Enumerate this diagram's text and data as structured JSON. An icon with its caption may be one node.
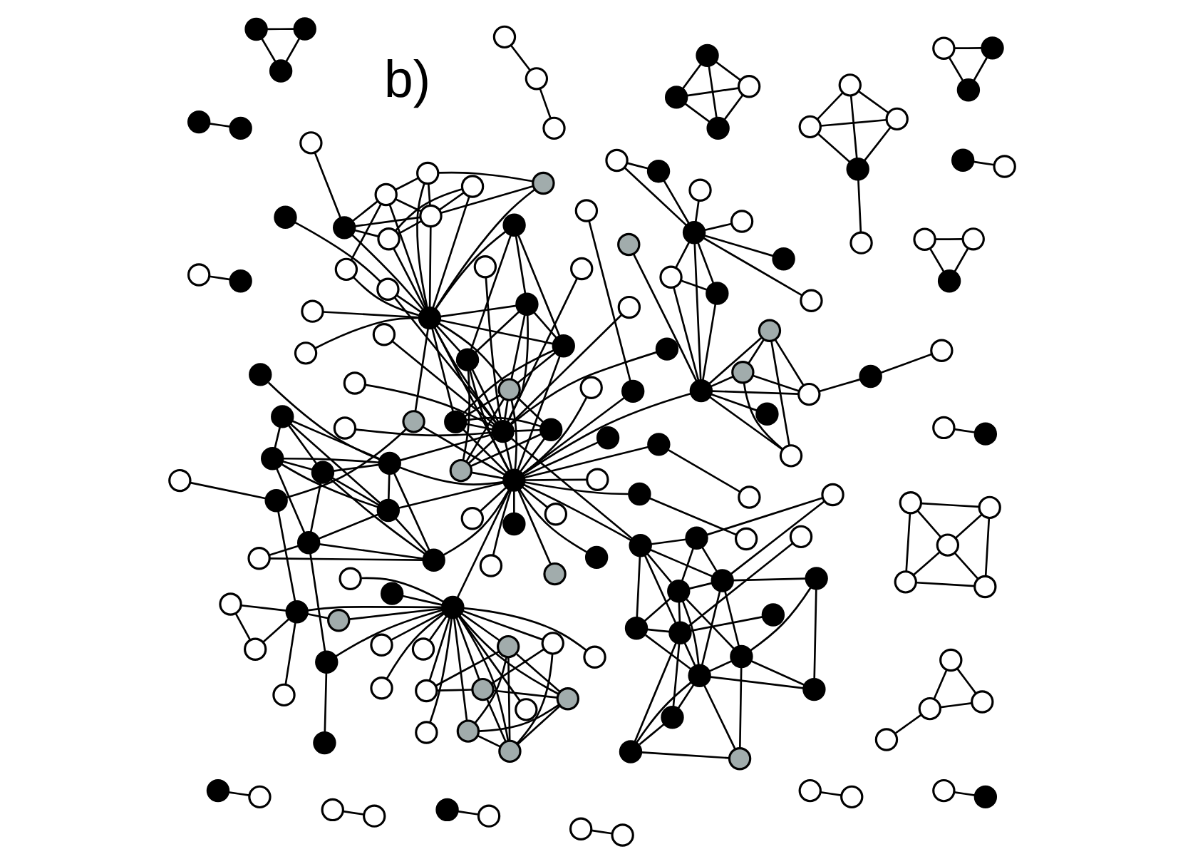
{
  "diagram": {
    "nodes": [
      {
        "text": [],
        "shape": "circle"
      },
      {
        "text": [],
        "shape": "circle"
      },
      {
        "text": [],
        "shape": "circle"
      },
      {
        "text": [],
        "shape": "circle"
      },
      {
        "text": [],
        "shape": "circle"
      },
      {
        "text": [],
        "shape": "circle"
      },
      {
        "text": [],
        "shape": "circle"
      },
      {
        "text": [],
        "shape": "circle"
      },
      {
        "text": [],
        "shape": "circle"
      },
      {
        "text": [],
        "shape": "circle"
      },
      {
        "text": [],
        "shape": "circle"
      },
      {
        "text": [],
        "shape": "circle"
      },
      {
        "text": [],
        "shape": "circle"
      },
      {
        "text": [],
        "shape": "circle"
      },
      {
        "text": [],
        "shape": "circle"
      },
      {
        "text": [],
        "shape": "circle"
      },
      {
        "text": [],
        "shape": "circle"
      },
      {
        "text": [],
        "shape": "circle"
      },
      {
        "text": [],
        "shape": "circle"
      },
      {
        "text": [],
        "shape": "circle"
      },
      {
        "text": [],
        "shape": "circle"
      },
      {
        "text": [],
        "shape": "circle"
      },
      {
        "text": [],
        "shape": "circle"
      },
      {
        "text": [],
        "shape": "circle"
      },
      {
        "text": [],
        "shape": "circle"
      },
      {
        "text": [],
        "shape": "circle"
      },
      {
        "text": [],
        "shape": "circle"
      },
      {
        "text": [],
        "shape": "circle"
      },
      {
        "text": [],
        "shape": "circle"
      },
      {
        "text": [],
        "shape": "circle"
      },
      {
        "text": [],
        "shape": "circle"
      },
      {
        "text": [],
        "shape": "circle"
      },
      {
        "text": [],
        "shape": "circle"
      },
      {
        "text": [],
        "shape": "circle"
      },
      {
        "text": [],
        "shape": "circle"
      },
      {
        "text": [],
        "shape": "circle"
      },
      {
        "text": [],
        "shape": "circle"
      },
      {
        "text": [],
        "shape": "circle"
      },
      {
        "text": [],
        "shape": "circle"
      },
      {
        "text": [],
        "shape": "circle"
      },
      {
        "text": [],
        "shape": "circle"
      },
      {
        "text": [],
        "shape": "circle"
      },
      {
        "text": [],
        "shape": "circle"
      },
      {
        "text": [],
        "shape": "circle"
      },
      {
        "text": [],
        "shape": "circle"
      },
      {
        "text": [],
        "shape": "circle"
      },
      {
        "text": [],
        "shape": "circle"
      },
      {
        "text": [],
        "shape": "circle"
      },
      {
        "text": [],
        "shape": "circle"
      },
      {
        "text": [],
        "shape": "circle"
      },
      {
        "text": [],
        "shape": "circle"
      },
      {
        "text": [],
        "shape": "circle"
      },
      {
        "text": [],
        "shape": "circle"
      },
      {
        "text": [],
        "shape": "circle"
      },
      {
        "text": [],
        "shape": "circle"
      },
      {
        "text": [],
        "shape": "circle"
      },
      {
        "text": [],
        "shape": "circle"
      },
      {
        "text": [],
        "shape": "circle"
      },
      {
        "text": [],
        "shape": "circle"
      },
      {
        "text": [],
        "shape": "circle"
      },
      {
        "text": [],
        "shape": "circle"
      },
      {
        "text": [],
        "shape": "circle"
      },
      {
        "text": [],
        "shape": "circle"
      },
      {
        "text": [],
        "shape": "circle"
      },
      {
        "text": [],
        "shape": "circle"
      },
      {
        "text": [],
        "shape": "circle"
      },
      {
        "text": [],
        "shape": "circle"
      },
      {
        "text": [],
        "shape": "circle"
      },
      {
        "text": [],
        "shape": "circle"
      },
      {
        "text": [],
        "shape": "circle"
      },
      {
        "text": [],
        "shape": "circle"
      },
      {
        "text": [],
        "shape": "circle"
      },
      {
        "text": [],
        "shape": "circle"
      },
      {
        "text": [],
        "shape": "circle"
      },
      {
        "text": [],
        "shape": "circle"
      },
      {
        "text": [],
        "shape": "circle"
      },
      {
        "text": [],
        "shape": "circle"
      },
      {
        "text": [],
        "shape": "circle"
      },
      {
        "text": [],
        "shape": "circle"
      },
      {
        "text": [],
        "shape": "circle"
      },
      {
        "text": [],
        "shape": "circle"
      },
      {
        "text": [],
        "shape": "circle"
      },
      {
        "text": [],
        "shape": "circle"
      },
      {
        "text": [],
        "shape": "circle"
      },
      {
        "text": [],
        "shape": "circle"
      },
      {
        "text": [],
        "shape": "circle"
      },
      {
        "text": [],
        "shape": "circle"
      },
      {
        "text": [],
        "shape": "circle"
      },
      {
        "text": [],
        "shape": "circle"
      },
      {
        "text": [],
        "shape": "circle"
      },
      {
        "text": [],
        "shape": "circle"
      },
      {
        "text": [],
        "shape": "circle"
      },
      {
        "text": [],
        "shape": "circle"
      },
      {
        "text": [],
        "shape": "circle"
      },
      {
        "text": [],
        "shape": "circle"
      },
      {
        "text": [],
        "shape": "circle"
      },
      {
        "text": [],
        "shape": "circle"
      },
      {
        "text": [],
        "shape": "circle"
      },
      {
        "text": [],
        "shape": "circle"
      },
      {
        "text": [],
        "shape": "circle"
      },
      {
        "text": [],
        "shape": "circle"
      },
      {
        "text": [],
        "shape": "circle"
      },
      {
        "text": [],
        "shape": "circle"
      },
      {
        "text": [],
        "shape": "circle"
      },
      {
        "text": [],
        "shape": "circle"
      },
      {
        "text": [],
        "shape": "circle"
      },
      {
        "text": [],
        "shape": "circle"
      },
      {
        "text": [],
        "shape": "circle"
      },
      {
        "text": [],
        "shape": "circle"
      },
      {
        "text": [],
        "shape": "circle"
      },
      {
        "text": [],
        "shape": "circle"
      },
      {
        "text": [],
        "shape": "circle"
      },
      {
        "text": [],
        "shape": "circle"
      },
      {
        "text": [],
        "shape": "circle"
      },
      {
        "text": [],
        "shape": "circle"
      },
      {
        "text": [],
        "shape": "circle"
      },
      {
        "text": [],
        "shape": "circle"
      },
      {
        "text": [],
        "shape": "circle"
      },
      {
        "text": [],
        "shape": "circle"
      },
      {
        "text": [],
        "shape": "circle"
      },
      {
        "text": [],
        "shape": "circle"
      },
      {
        "text": [],
        "shape": "circle"
      },
      {
        "text": [],
        "shape": "circle"
      },
      {
        "text": [],
        "shape": "circle"
      },
      {
        "text": [],
        "shape": "circle"
      },
      {
        "text": [],
        "shape": "circle"
      },
      {
        "text": [],
        "shape": "circle"
      },
      {
        "text": [],
        "shape": "circle"
      },
      {
        "text": [],
        "shape": "circle"
      },
      {
        "text": [],
        "shape": "circle"
      },
      {
        "text": [],
        "shape": "circle"
      },
      {
        "text": [],
        "shape": "circle"
      },
      {
        "text": [],
        "shape": "circle"
      },
      {
        "text": [],
        "shape": "circle"
      },
      {
        "text": [],
        "shape": "circle"
      },
      {
        "text": [],
        "shape": "circle"
      },
      {
        "text": [],
        "shape": "circle"
      },
      {
        "text": [],
        "shape": "circle"
      },
      {
        "text": [],
        "shape": "circle"
      },
      {
        "text": [],
        "shape": "circle"
      },
      {
        "text": [],
        "shape": "circle"
      },
      {
        "text": [],
        "shape": "circle"
      },
      {
        "text": [],
        "shape": "circle"
      },
      {
        "text": [],
        "shape": "circle"
      },
      {
        "text": [],
        "shape": "circle"
      },
      {
        "text": [],
        "shape": "circle"
      },
      {
        "text": [],
        "shape": "circle"
      },
      {
        "text": [],
        "shape": "circle"
      },
      {
        "text": [],
        "shape": "circle"
      },
      {
        "text": [],
        "shape": "circle"
      },
      {
        "text": [],
        "shape": "circle"
      },
      {
        "text": [],
        "shape": "circle"
      },
      {
        "text": [],
        "shape": "circle"
      },
      {
        "text": [],
        "shape": "circle"
      },
      {
        "text": [],
        "shape": "circle"
      },
      {
        "text": [],
        "shape": "circle"
      },
      {
        "text": [],
        "shape": "circle"
      },
      {
        "text": [],
        "shape": "circle"
      },
      {
        "text": [],
        "shape": "circle"
      },
      {
        "text": [],
        "shape": "circle"
      },
      {
        "text": [],
        "shape": "circle"
      },
      {
        "text": [],
        "shape": "circle"
      },
      {
        "text": [],
        "shape": "circle"
      },
      {
        "text": [],
        "shape": "circle"
      },
      {
        "text": [],
        "shape": "circle"
      }
    ],
    "edges": [
      {
        "from": 9,
        "to": 10,
        "arrow": "none"
      },
      {
        "from": 13,
        "to": 10,
        "arrow": "none"
      },
      {
        "from": 5,
        "to": 10,
        "arrow": "none"
      },
      {
        "from": 5,
        "to": 6,
        "arrow": "none"
      },
      {
        "from": 3,
        "to": 6,
        "arrow": "none"
      },
      {
        "from": 3,
        "to": 10,
        "arrow": "none"
      },
      {
        "from": 0,
        "to": 3,
        "arrow": "none"
      },
      {
        "from": 0,
        "to": 4,
        "arrow": "none"
      },
      {
        "from": 0,
        "to": 6,
        "arrow": "none"
      },
      {
        "from": 1,
        "to": 4,
        "arrow": "none"
      },
      {
        "from": 1,
        "to": 2,
        "arrow": "none"
      },
      {
        "from": 2,
        "to": 4,
        "arrow": "none"
      },
      {
        "from": 2,
        "to": 7,
        "arrow": "none"
      },
      {
        "from": 4,
        "to": 6,
        "arrow": "none"
      },
      {
        "from": 4,
        "to": 7,
        "arrow": "none"
      },
      {
        "from": 6,
        "to": 7,
        "arrow": "none"
      },
      {
        "from": 6,
        "to": 10,
        "arrow": "none"
      },
      {
        "from": 6,
        "to": 11,
        "arrow": "none"
      },
      {
        "from": 7,
        "to": 11,
        "arrow": "none"
      },
      {
        "from": 7,
        "to": 12,
        "arrow": "none"
      },
      {
        "from": 8,
        "to": 7,
        "arrow": "none"
      },
      {
        "from": 8,
        "to": 12,
        "arrow": "none"
      },
      {
        "from": 10,
        "to": 11,
        "arrow": "none"
      },
      {
        "from": 10,
        "to": 14,
        "arrow": "none"
      },
      {
        "from": 11,
        "to": 14,
        "arrow": "none"
      },
      {
        "from": 11,
        "to": 12,
        "arrow": "none"
      },
      {
        "from": 11,
        "to": 15,
        "arrow": "none"
      },
      {
        "from": 12,
        "to": 15,
        "arrow": "none"
      },
      {
        "from": 14,
        "to": 15,
        "arrow": "none"
      },
      {
        "from": 6,
        "to": 14,
        "arrow": "none"
      },
      {
        "from": 4,
        "to": 11,
        "arrow": "none"
      },
      {
        "from": 10,
        "to": 15,
        "arrow": "none"
      },
      {
        "from": 3,
        "to": 5,
        "arrow": "none"
      },
      {
        "from": 1,
        "to": 6,
        "arrow": "none"
      },
      {
        "from": 7,
        "to": 15,
        "arrow": "none"
      },
      {
        "from": 16,
        "to": 18,
        "arrow": "none"
      },
      {
        "from": 17,
        "to": 18,
        "arrow": "none"
      },
      {
        "from": 16,
        "to": 17,
        "arrow": "none"
      },
      {
        "from": 16,
        "to": 19,
        "arrow": "none"
      },
      {
        "from": 18,
        "to": 19,
        "arrow": "none"
      },
      {
        "from": 18,
        "to": 20,
        "arrow": "none"
      },
      {
        "from": 19,
        "to": 20,
        "arrow": "none"
      },
      {
        "from": 17,
        "to": 20,
        "arrow": "none"
      },
      {
        "from": 21,
        "to": 22,
        "arrow": "none"
      },
      {
        "from": 23,
        "to": 24,
        "arrow": "none"
      },
      {
        "from": 25,
        "to": 26,
        "arrow": "none"
      },
      {
        "from": 25,
        "to": 27,
        "arrow": "none"
      },
      {
        "from": 26,
        "to": 27,
        "arrow": "none"
      },
      {
        "from": 28,
        "to": 35,
        "arrow": "none"
      },
      {
        "from": 29,
        "to": 35,
        "arrow": "none"
      },
      {
        "from": 30,
        "to": 35,
        "arrow": "none"
      },
      {
        "from": 31,
        "to": 35,
        "arrow": "none"
      },
      {
        "from": 32,
        "to": 35,
        "arrow": "none"
      },
      {
        "from": 33,
        "to": 35,
        "arrow": "none"
      },
      {
        "from": 34,
        "to": 35,
        "arrow": "none"
      },
      {
        "from": 35,
        "to": 37,
        "arrow": "none"
      },
      {
        "from": 36,
        "to": 37,
        "arrow": "none"
      },
      {
        "from": 15,
        "to": 35,
        "arrow": "none"
      },
      {
        "from": 15,
        "to": 79,
        "arrow": "none"
      },
      {
        "from": 35,
        "to": 79,
        "arrow": "none"
      },
      {
        "from": 35,
        "to": 58,
        "arrow": "none"
      },
      {
        "from": 35,
        "to": 67,
        "arrow": "none"
      },
      {
        "from": 37,
        "to": 67,
        "arrow": "none"
      },
      {
        "from": 38,
        "to": 39,
        "arrow": "none"
      },
      {
        "from": 35,
        "to": 40,
        "arrow": "none"
      },
      {
        "from": 35,
        "to": 42,
        "arrow": "none"
      },
      {
        "from": 35,
        "to": 44,
        "arrow": "none"
      },
      {
        "from": 35,
        "to": 45,
        "arrow": "none"
      },
      {
        "from": 35,
        "to": 47,
        "arrow": "none"
      },
      {
        "from": 35,
        "to": 43,
        "arrow": "none"
      },
      {
        "from": 40,
        "to": 41,
        "arrow": "none"
      },
      {
        "from": 40,
        "to": 42,
        "arrow": "none"
      },
      {
        "from": 40,
        "to": 43,
        "arrow": "none"
      },
      {
        "from": 41,
        "to": 43,
        "arrow": "none"
      },
      {
        "from": 42,
        "to": 44,
        "arrow": "none"
      },
      {
        "from": 42,
        "to": 45,
        "arrow": "none"
      },
      {
        "from": 43,
        "to": 44,
        "arrow": "none"
      },
      {
        "from": 43,
        "to": 46,
        "arrow": "none"
      },
      {
        "from": 44,
        "to": 45,
        "arrow": "none"
      },
      {
        "from": 44,
        "to": 46,
        "arrow": "none"
      },
      {
        "from": 44,
        "to": 47,
        "arrow": "none"
      },
      {
        "from": 45,
        "to": 47,
        "arrow": "none"
      },
      {
        "from": 46,
        "to": 47,
        "arrow": "none"
      },
      {
        "from": 41,
        "to": 46,
        "arrow": "none"
      },
      {
        "from": 79,
        "to": 42,
        "arrow": "none"
      },
      {
        "from": 79,
        "to": 44,
        "arrow": "none"
      },
      {
        "from": 79,
        "to": 45,
        "arrow": "none"
      },
      {
        "from": 79,
        "to": 47,
        "arrow": "none"
      },
      {
        "from": 79,
        "to": 46,
        "arrow": "none"
      },
      {
        "from": 79,
        "to": 40,
        "arrow": "none"
      },
      {
        "from": 67,
        "to": 41,
        "arrow": "none"
      },
      {
        "from": 67,
        "to": 43,
        "arrow": "none"
      },
      {
        "from": 67,
        "to": 46,
        "arrow": "none"
      },
      {
        "from": 67,
        "to": 40,
        "arrow": "none"
      },
      {
        "from": 67,
        "to": 44,
        "arrow": "none"
      },
      {
        "from": 67,
        "to": 47,
        "arrow": "none"
      },
      {
        "from": 79,
        "to": 67,
        "arrow": "none"
      },
      {
        "from": 48,
        "to": 50,
        "arrow": "none"
      },
      {
        "from": 49,
        "to": 79,
        "arrow": "none"
      },
      {
        "from": 50,
        "to": 79,
        "arrow": "none"
      },
      {
        "from": 51,
        "to": 79,
        "arrow": "none"
      },
      {
        "from": 52,
        "to": 53,
        "arrow": "none"
      },
      {
        "from": 54,
        "to": 55,
        "arrow": "none"
      },
      {
        "from": 56,
        "to": 58,
        "arrow": "none"
      },
      {
        "from": 57,
        "to": 58,
        "arrow": "none"
      },
      {
        "from": 57,
        "to": 59,
        "arrow": "none"
      },
      {
        "from": 57,
        "to": 61,
        "arrow": "none"
      },
      {
        "from": 58,
        "to": 59,
        "arrow": "none"
      },
      {
        "from": 58,
        "to": 61,
        "arrow": "none"
      },
      {
        "from": 58,
        "to": 62,
        "arrow": "none"
      },
      {
        "from": 59,
        "to": 60,
        "arrow": "none"
      },
      {
        "from": 59,
        "to": 61,
        "arrow": "none"
      },
      {
        "from": 59,
        "to": 63,
        "arrow": "none"
      },
      {
        "from": 60,
        "to": 61,
        "arrow": "none"
      },
      {
        "from": 60,
        "to": 63,
        "arrow": "none"
      },
      {
        "from": 60,
        "to": 62,
        "arrow": "none"
      },
      {
        "from": 61,
        "to": 62,
        "arrow": "none"
      },
      {
        "from": 61,
        "to": 63,
        "arrow": "none"
      },
      {
        "from": 62,
        "to": 63,
        "arrow": "none"
      },
      {
        "from": 62,
        "to": 65,
        "arrow": "none"
      },
      {
        "from": 63,
        "to": 65,
        "arrow": "none"
      },
      {
        "from": 63,
        "to": 66,
        "arrow": "none"
      },
      {
        "from": 64,
        "to": 66,
        "arrow": "none"
      },
      {
        "from": 57,
        "to": 60,
        "arrow": "none"
      },
      {
        "from": 58,
        "to": 60,
        "arrow": "none"
      },
      {
        "from": 79,
        "to": 58,
        "arrow": "none"
      },
      {
        "from": 79,
        "to": 61,
        "arrow": "none"
      },
      {
        "from": 79,
        "to": 62,
        "arrow": "none"
      },
      {
        "from": 66,
        "to": 112,
        "arrow": "none"
      },
      {
        "from": 67,
        "to": 68,
        "arrow": "none"
      },
      {
        "from": 67,
        "to": 69,
        "arrow": "none"
      },
      {
        "from": 67,
        "to": 70,
        "arrow": "none"
      },
      {
        "from": 67,
        "to": 71,
        "arrow": "none"
      },
      {
        "from": 67,
        "to": 72,
        "arrow": "none"
      },
      {
        "from": 67,
        "to": 73,
        "arrow": "none"
      },
      {
        "from": 67,
        "to": 75,
        "arrow": "none"
      },
      {
        "from": 67,
        "to": 76,
        "arrow": "none"
      },
      {
        "from": 67,
        "to": 77,
        "arrow": "none"
      },
      {
        "from": 67,
        "to": 78,
        "arrow": "none"
      },
      {
        "from": 69,
        "to": 72,
        "arrow": "none"
      },
      {
        "from": 70,
        "to": 72,
        "arrow": "none"
      },
      {
        "from": 71,
        "to": 72,
        "arrow": "none"
      },
      {
        "from": 71,
        "to": 73,
        "arrow": "none"
      },
      {
        "from": 72,
        "to": 73,
        "arrow": "none"
      },
      {
        "from": 72,
        "to": 75,
        "arrow": "none"
      },
      {
        "from": 72,
        "to": 76,
        "arrow": "none"
      },
      {
        "from": 73,
        "to": 76,
        "arrow": "none"
      },
      {
        "from": 73,
        "to": 74,
        "arrow": "none"
      },
      {
        "from": 75,
        "to": 76,
        "arrow": "none"
      },
      {
        "from": 76,
        "to": 77,
        "arrow": "none"
      },
      {
        "from": 70,
        "to": 71,
        "arrow": "none"
      },
      {
        "from": 69,
        "to": 75,
        "arrow": "none"
      },
      {
        "from": 80,
        "to": 81,
        "arrow": "none"
      },
      {
        "from": 82,
        "to": 83,
        "arrow": "none"
      },
      {
        "from": 82,
        "to": 84,
        "arrow": "none"
      },
      {
        "from": 83,
        "to": 84,
        "arrow": "none"
      },
      {
        "from": 79,
        "to": 85,
        "arrow": "none"
      },
      {
        "from": 79,
        "to": 86,
        "arrow": "none"
      },
      {
        "from": 86,
        "to": 87,
        "arrow": "none"
      },
      {
        "from": 79,
        "to": 88,
        "arrow": "none"
      },
      {
        "from": 79,
        "to": 89,
        "arrow": "none"
      },
      {
        "from": 79,
        "to": 90,
        "arrow": "none"
      },
      {
        "from": 79,
        "to": 91,
        "arrow": "none"
      },
      {
        "from": 79,
        "to": 92,
        "arrow": "none"
      },
      {
        "from": 79,
        "to": 93,
        "arrow": "none"
      },
      {
        "from": 79,
        "to": 94,
        "arrow": "none"
      },
      {
        "from": 94,
        "to": 95,
        "arrow": "none"
      },
      {
        "from": 79,
        "to": 96,
        "arrow": "none"
      },
      {
        "from": 96,
        "to": 67,
        "arrow": "none"
      },
      {
        "from": 96,
        "to": 121,
        "arrow": "none"
      },
      {
        "from": 79,
        "to": 132,
        "arrow": "none"
      },
      {
        "from": 79,
        "to": 112,
        "arrow": "none"
      },
      {
        "from": 97,
        "to": 98,
        "arrow": "none"
      },
      {
        "from": 97,
        "to": 99,
        "arrow": "none"
      },
      {
        "from": 97,
        "to": 100,
        "arrow": "none"
      },
      {
        "from": 98,
        "to": 100,
        "arrow": "none"
      },
      {
        "from": 99,
        "to": 101,
        "arrow": "none"
      },
      {
        "from": 97,
        "to": 101,
        "arrow": "none"
      },
      {
        "from": 98,
        "to": 102,
        "arrow": "none"
      },
      {
        "from": 100,
        "to": 102,
        "arrow": "none"
      },
      {
        "from": 101,
        "to": 103,
        "arrow": "none"
      },
      {
        "from": 102,
        "to": 103,
        "arrow": "none"
      },
      {
        "from": 97,
        "to": 102,
        "arrow": "none"
      },
      {
        "from": 98,
        "to": 101,
        "arrow": "none"
      },
      {
        "from": 97,
        "to": 112,
        "arrow": "none"
      },
      {
        "from": 98,
        "to": 112,
        "arrow": "none"
      },
      {
        "from": 100,
        "to": 112,
        "arrow": "none"
      },
      {
        "from": 101,
        "to": 112,
        "arrow": "none"
      },
      {
        "from": 102,
        "to": 112,
        "arrow": "none"
      },
      {
        "from": 103,
        "to": 112,
        "arrow": "none"
      },
      {
        "from": 99,
        "to": 112,
        "arrow": "none"
      },
      {
        "from": 104,
        "to": 105,
        "arrow": "none"
      },
      {
        "from": 105,
        "to": 106,
        "arrow": "none"
      },
      {
        "from": 105,
        "to": 107,
        "arrow": "none"
      },
      {
        "from": 105,
        "to": 108,
        "arrow": "none"
      },
      {
        "from": 106,
        "to": 108,
        "arrow": "none"
      },
      {
        "from": 107,
        "to": 108,
        "arrow": "none"
      },
      {
        "from": 106,
        "to": 107,
        "arrow": "none"
      },
      {
        "from": 109,
        "to": 112,
        "arrow": "none"
      },
      {
        "from": 110,
        "to": 112,
        "arrow": "none"
      },
      {
        "from": 111,
        "to": 112,
        "arrow": "none"
      },
      {
        "from": 113,
        "to": 112,
        "arrow": "none"
      },
      {
        "from": 114,
        "to": 112,
        "arrow": "none"
      },
      {
        "from": 115,
        "to": 112,
        "arrow": "none"
      },
      {
        "from": 116,
        "to": 112,
        "arrow": "none"
      },
      {
        "from": 117,
        "to": 112,
        "arrow": "none"
      },
      {
        "from": 118,
        "to": 112,
        "arrow": "none"
      },
      {
        "from": 119,
        "to": 112,
        "arrow": "none"
      },
      {
        "from": 118,
        "to": 119,
        "arrow": "none"
      },
      {
        "from": 119,
        "to": 120,
        "arrow": "none"
      },
      {
        "from": 119,
        "to": 121,
        "arrow": "none"
      },
      {
        "from": 119,
        "to": 122,
        "arrow": "none"
      },
      {
        "from": 119,
        "to": 123,
        "arrow": "none"
      },
      {
        "from": 122,
        "to": 123,
        "arrow": "none"
      },
      {
        "from": 121,
        "to": 124,
        "arrow": "none"
      },
      {
        "from": 125,
        "to": 127,
        "arrow": "none"
      },
      {
        "from": 126,
        "to": 127,
        "arrow": "none"
      },
      {
        "from": 127,
        "to": 128,
        "arrow": "none"
      },
      {
        "from": 126,
        "to": 128,
        "arrow": "none"
      },
      {
        "from": 132,
        "to": 129,
        "arrow": "none"
      },
      {
        "from": 132,
        "to": 130,
        "arrow": "none"
      },
      {
        "from": 132,
        "to": 131,
        "arrow": "none"
      },
      {
        "from": 132,
        "to": 133,
        "arrow": "none"
      },
      {
        "from": 132,
        "to": 134,
        "arrow": "none"
      },
      {
        "from": 132,
        "to": 135,
        "arrow": "none"
      },
      {
        "from": 132,
        "to": 138,
        "arrow": "none"
      },
      {
        "from": 132,
        "to": 142,
        "arrow": "none"
      },
      {
        "from": 132,
        "to": 143,
        "arrow": "none"
      },
      {
        "from": 129,
        "to": 131,
        "arrow": "none"
      },
      {
        "from": 129,
        "to": 133,
        "arrow": "none"
      },
      {
        "from": 129,
        "to": 135,
        "arrow": "none"
      },
      {
        "from": 131,
        "to": 133,
        "arrow": "none"
      },
      {
        "from": 133,
        "to": 135,
        "arrow": "none"
      },
      {
        "from": 135,
        "to": 136,
        "arrow": "none"
      },
      {
        "from": 136,
        "to": 137,
        "arrow": "none"
      },
      {
        "from": 142,
        "to": 138,
        "arrow": "none"
      },
      {
        "from": 142,
        "to": 143,
        "arrow": "none"
      },
      {
        "from": 138,
        "to": 143,
        "arrow": "none"
      },
      {
        "from": 143,
        "to": 139,
        "arrow": "none"
      },
      {
        "from": 143,
        "to": 140,
        "arrow": "none"
      },
      {
        "from": 143,
        "to": 141,
        "arrow": "none"
      },
      {
        "from": 143,
        "to": 144,
        "arrow": "none"
      },
      {
        "from": 143,
        "to": 146,
        "arrow": "none"
      },
      {
        "from": 143,
        "to": 145,
        "arrow": "none"
      },
      {
        "from": 145,
        "to": 146,
        "arrow": "none"
      },
      {
        "from": 147,
        "to": 148,
        "arrow": "none"
      },
      {
        "from": 147,
        "to": 149,
        "arrow": "none"
      },
      {
        "from": 148,
        "to": 149,
        "arrow": "none"
      },
      {
        "from": 150,
        "to": 151,
        "arrow": "none"
      },
      {
        "from": 152,
        "to": 153,
        "arrow": "none"
      },
      {
        "from": 154,
        "to": 155,
        "arrow": "none"
      },
      {
        "from": 154,
        "to": 156,
        "arrow": "none"
      },
      {
        "from": 154,
        "to": 157,
        "arrow": "none"
      },
      {
        "from": 155,
        "to": 157,
        "arrow": "none"
      },
      {
        "from": 156,
        "to": 157,
        "arrow": "none"
      },
      {
        "from": 155,
        "to": 156,
        "arrow": "none"
      },
      {
        "from": 158,
        "to": 159,
        "arrow": "none"
      },
      {
        "from": 160,
        "to": 161,
        "arrow": "none"
      },
      {
        "from": 161,
        "to": 162,
        "arrow": "none"
      },
      {
        "from": 163,
        "to": 164,
        "arrow": "none"
      }
    ],
    "labels": [
      "b)"
    ]
  }
}
